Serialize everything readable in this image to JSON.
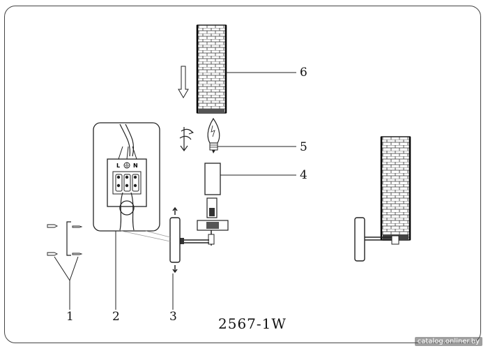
{
  "model": "2567-1W",
  "labels": {
    "one": "1",
    "two": "2",
    "three": "3",
    "four": "4",
    "five": "5",
    "six": "6"
  },
  "terminal_labels": {
    "L": "L",
    "N": "N"
  },
  "watermark": "catalog.onliner.by",
  "icons": [
    "down-arrow-icon",
    "rotate-screw-icon",
    "ground-symbol-icon",
    "up-arrow-icon",
    "lightning-icon"
  ]
}
